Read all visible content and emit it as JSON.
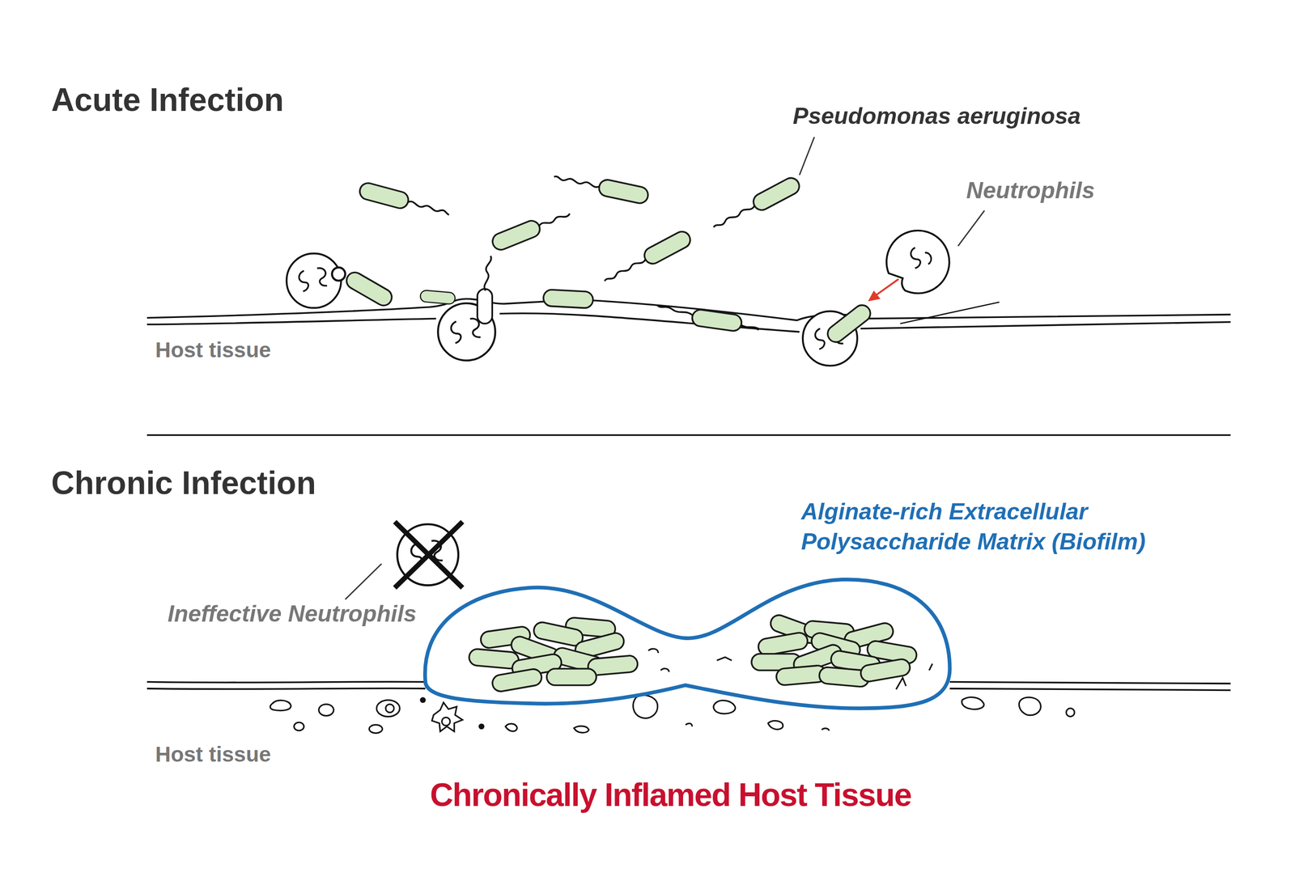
{
  "diagram": {
    "labels": [
      "Acute Infection",
      "Pseudomonas aeruginosa",
      "Neutrophils",
      "Host tissue",
      "Chronic Infection",
      "Alginate-rich Extracellular Polysaccharide Matrix (Biofilm)",
      "Ineffective Neutrophils",
      "Host tissue",
      "Chronically Inflamed Host Tissue"
    ]
  }
}
